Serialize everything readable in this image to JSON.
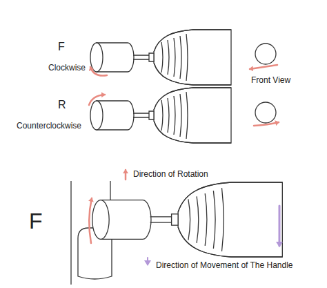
{
  "diagram": {
    "labels": [
      "F",
      "Clockwise",
      "R",
      "Counterclockwise",
      "Front View",
      "F"
    ],
    "legend": [
      {
        "text": "Direction of Rotation"
      },
      {
        "text": "Direction of Movement of The Handle"
      }
    ]
  }
}
